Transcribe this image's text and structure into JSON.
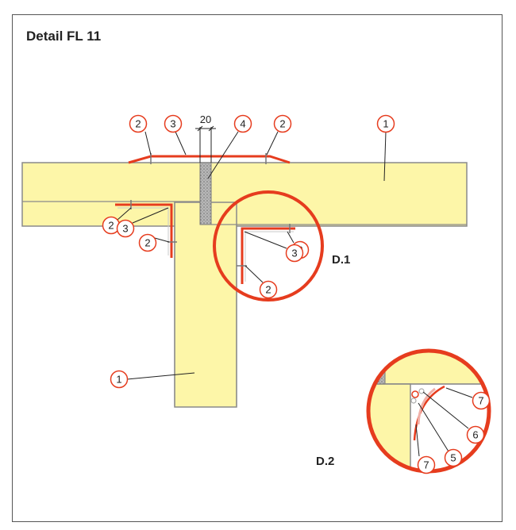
{
  "title": "Detail FL 11",
  "dimension": "20",
  "detail_labels": {
    "d1": "D.1",
    "d2": "D.2"
  },
  "callouts": {
    "c_top_2a": "2",
    "c_top_3": "3",
    "c_top_4": "4",
    "c_top_2b": "2",
    "c_top_1": "1",
    "c_left_2a": "2",
    "c_left_3": "3",
    "c_left_2b": "2",
    "c_d1_2a": "2",
    "c_d1_3": "3",
    "c_d1_2b": "2",
    "c_mid_1": "1",
    "c_d2_7a": "7",
    "c_d2_6": "6",
    "c_d2_5": "5",
    "c_d2_7b": "7"
  },
  "colors": {
    "panel": "#fdf6a8",
    "panel_edge": "#8a8a8a",
    "accent": "#e63c1e",
    "filler": "#9a9a9a",
    "frame": "#555555"
  }
}
